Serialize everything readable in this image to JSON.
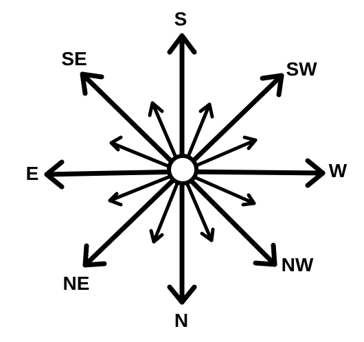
{
  "labels": {
    "top": "S",
    "top_left": "SE",
    "top_right": "SW",
    "left": "E",
    "right": "W",
    "bottom_left": "NE",
    "bottom_right": "NW",
    "bottom": "N"
  },
  "colors": {
    "ink": "#000000",
    "background": "#ffffff"
  }
}
